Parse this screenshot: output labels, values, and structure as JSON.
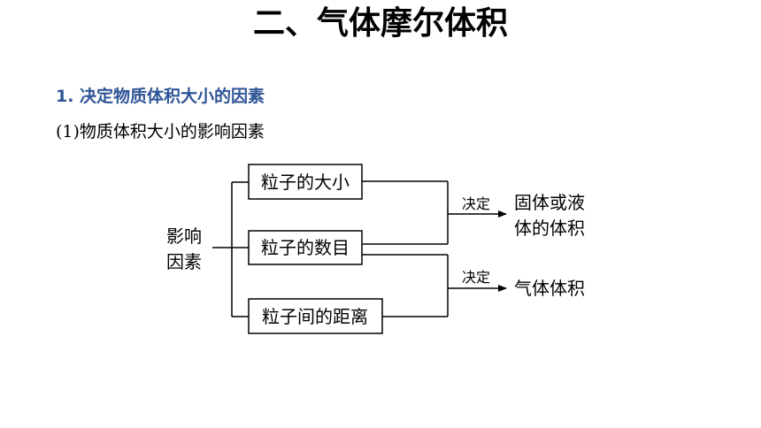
{
  "title": "二、气体摩尔体积",
  "section": {
    "heading": "1. 决定物质体积大小的因素",
    "subheading": "(1)物质体积大小的影响因素"
  },
  "diagram": {
    "root_label_line1": "影响",
    "root_label_line2": "因素",
    "factors": [
      "粒子的大小",
      "粒子的数目",
      "粒子间的距离"
    ],
    "arrows": [
      {
        "label": "决定",
        "target_line1": "固体或液",
        "target_line2": "体的体积"
      },
      {
        "label": "决定",
        "target_line1": "气体体积",
        "target_line2": ""
      }
    ]
  }
}
